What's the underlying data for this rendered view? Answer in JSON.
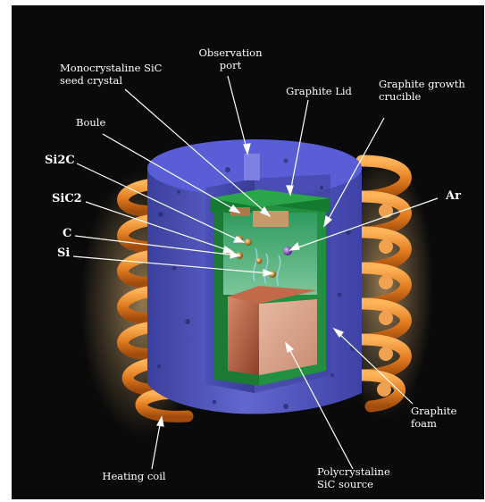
{
  "labels": {
    "observation_port": "Observation\nport",
    "monocrystaline_seed": "Monocrystaline SiC\nseed crystal",
    "graphite_lid": "Graphite Lid",
    "graphite_growth_crucible": "Graphite growth\ncrucible",
    "boule": "Boule",
    "si2c": "Si2C",
    "sic2": "SiC2",
    "c": "C",
    "si": "Si",
    "ar": "Ar",
    "graphite_foam": "Graphite foam",
    "heating_coil": "Heating coil",
    "polycrystaline_source": "Polycrystaline\nSiC source"
  },
  "colors": {
    "background": "#0a0a0a",
    "insulation_blue": "#5a5fc8",
    "insulation_top": "#5a5ed6",
    "crucible_green": "#1f8a3c",
    "crucible_lid": "#137a30",
    "interior_gas": "#4fae78",
    "heating_coil": "#e8892a",
    "source_powder": "#b85a3a",
    "seed_crystal": "#c89a6a",
    "arrow": "#ffffff",
    "text": "#ffffff"
  }
}
